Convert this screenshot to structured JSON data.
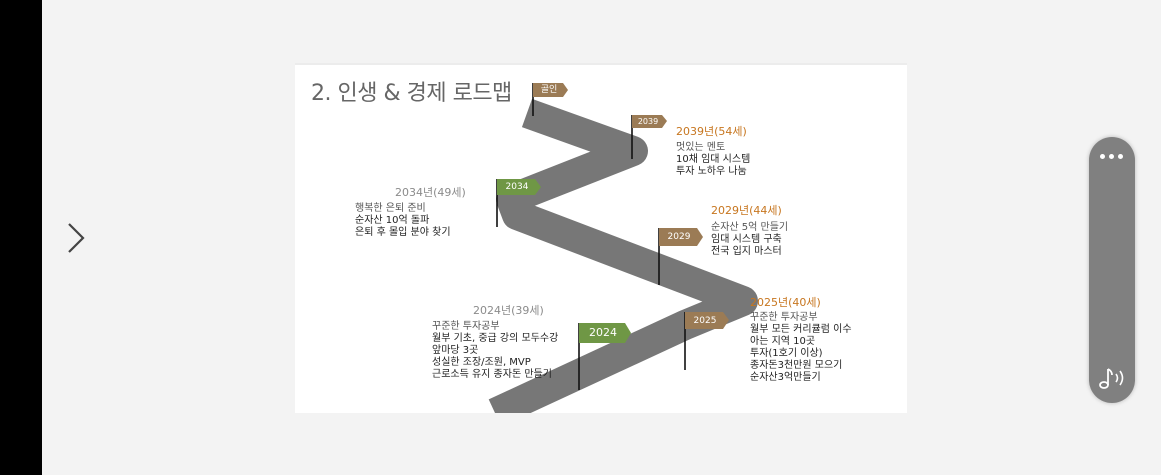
{
  "slide": {
    "title": "2. 인생 & 경제 로드맵",
    "goal_flag": "골인",
    "milestones": [
      {
        "flag": "2039",
        "year": "2039년(54세)",
        "lines": [
          "멋있는 멘토",
          "10채 임대 시스템",
          "투자 노하우 나눔"
        ]
      },
      {
        "flag": "2034",
        "year": "2034년(49세)",
        "lines": [
          "행복한 은퇴 준비",
          "순자산 10억 돌파",
          "은퇴 후 몰입 분야 찾기"
        ]
      },
      {
        "flag": "2029",
        "year": "2029년(44세)",
        "lines": [
          "순자산 5억 만들기",
          "임대 시스템 구축",
          "전국 입지 마스터"
        ]
      },
      {
        "flag": "2025",
        "year": "2025년(40세)",
        "lines": [
          "꾸준한 투자공부",
          "월부 모든 커리큘럼 이수",
          "아는 지역 10곳",
          "투자(1호기 이상)",
          "종자돈3천만원 모으기",
          "순자산3억만들기"
        ]
      },
      {
        "flag": "2024",
        "year": "2024년(39세)",
        "lines": [
          "꾸준한 투자공부",
          "월부 기초, 중급 강의 모두수강",
          "앞마당 3곳",
          "성실한 조장/조원, MVP",
          "근로소득 유지 종자돈 만들기"
        ]
      }
    ]
  },
  "colors": {
    "road": "#777777",
    "flag_brown": "#9b7b55",
    "flag_green": "#6f9745",
    "accent_orange": "#c7761f"
  },
  "icons": {
    "next": "chevron-right-icon",
    "menu": "more-dots-icon",
    "audio": "music-note-icon"
  }
}
